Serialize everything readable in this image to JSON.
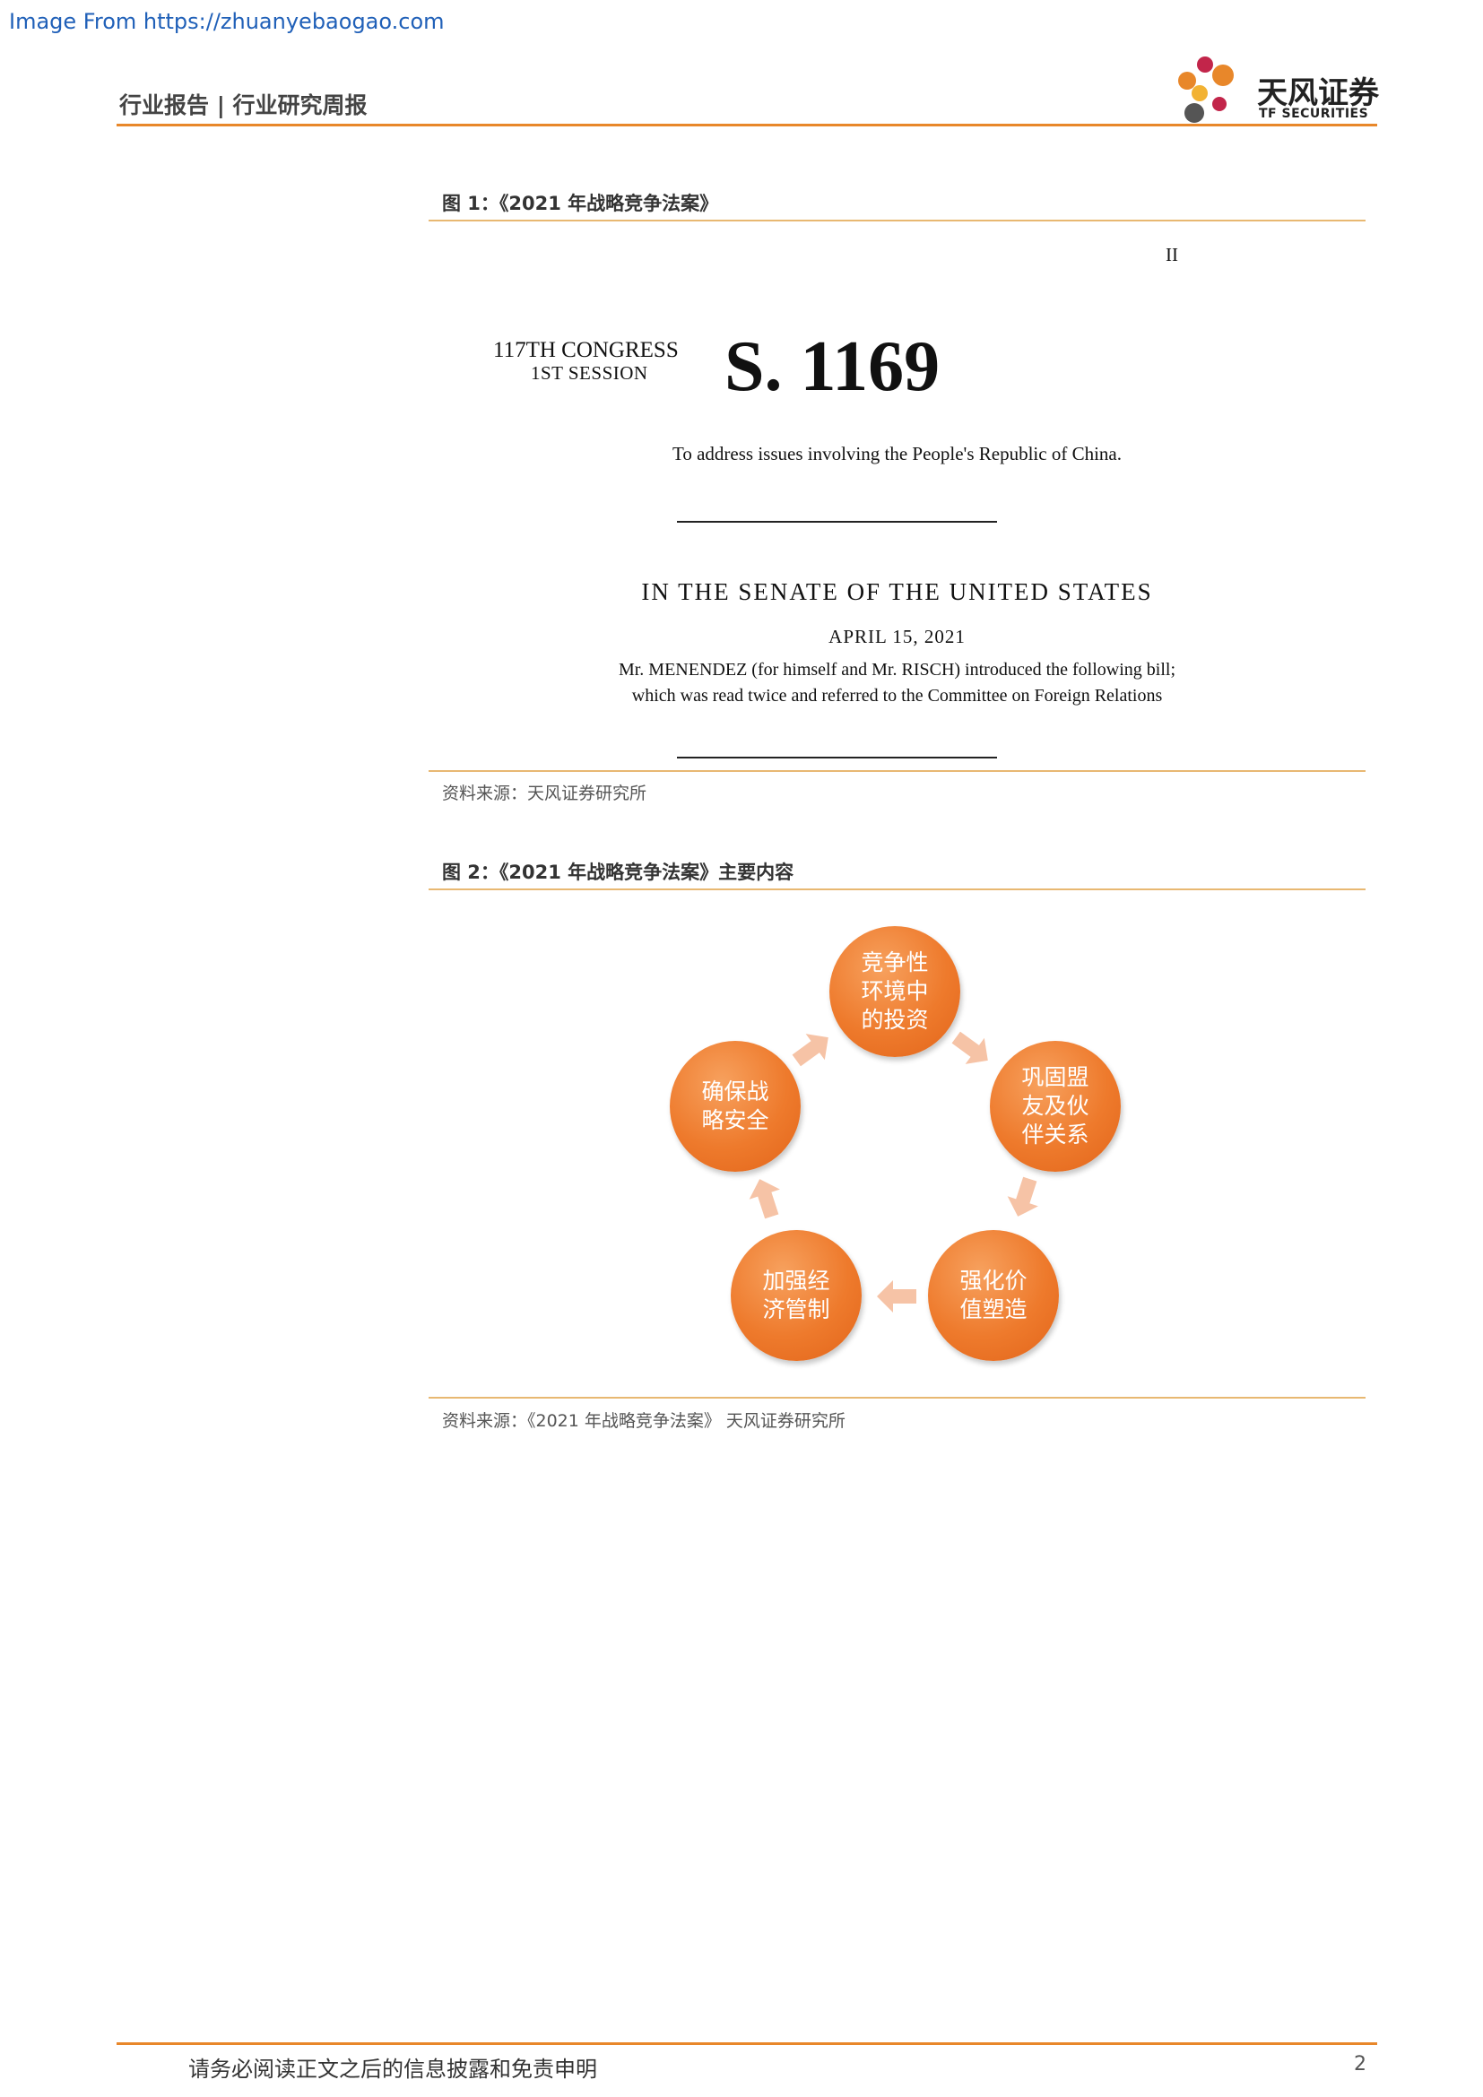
{
  "watermark": "Image From https://zhuanyebaogao.com",
  "header": {
    "title": "行业报告 | 行业研究周报",
    "logo_cn": "天风证券",
    "logo_en": "TF SECURITIES",
    "accent_color": "#e8872a"
  },
  "figure1": {
    "caption": "图 1：《2021 年战略竞争法案》",
    "bill": {
      "mark": "II",
      "congress": "117TH CONGRESS",
      "session": "1ST SESSION",
      "number": "S. 1169",
      "purpose": "To address issues involving the People's Republic of China.",
      "chamber": "IN THE SENATE OF THE UNITED STATES",
      "date": "APRIL 15, 2021",
      "intro_line1": "Mr. MENENDEZ (for himself and Mr. RISCH) introduced the following bill;",
      "intro_line2": "which was read twice and referred to the Committee on Foreign Relations"
    },
    "source": "资料来源：天风证券研究所"
  },
  "figure2": {
    "caption": "图 2：《2021 年战略竞争法案》主要内容",
    "nodes": [
      {
        "text": "竞争性\n环境中\n的投资"
      },
      {
        "text": "巩固盟\n友及伙\n伴关系"
      },
      {
        "text": "强化价\n值塑造"
      },
      {
        "text": "加强经\n济管制"
      },
      {
        "text": "确保战\n略安全"
      }
    ],
    "node_color": "#ee7a2c",
    "arrow_color": "#f6c3a6",
    "source": "资料来源：《2021 年战略竞争法案》 天风证券研究所"
  },
  "footer": {
    "disclaimer": "请务必阅读正文之后的信息披露和免责申明",
    "page_number": "2"
  }
}
